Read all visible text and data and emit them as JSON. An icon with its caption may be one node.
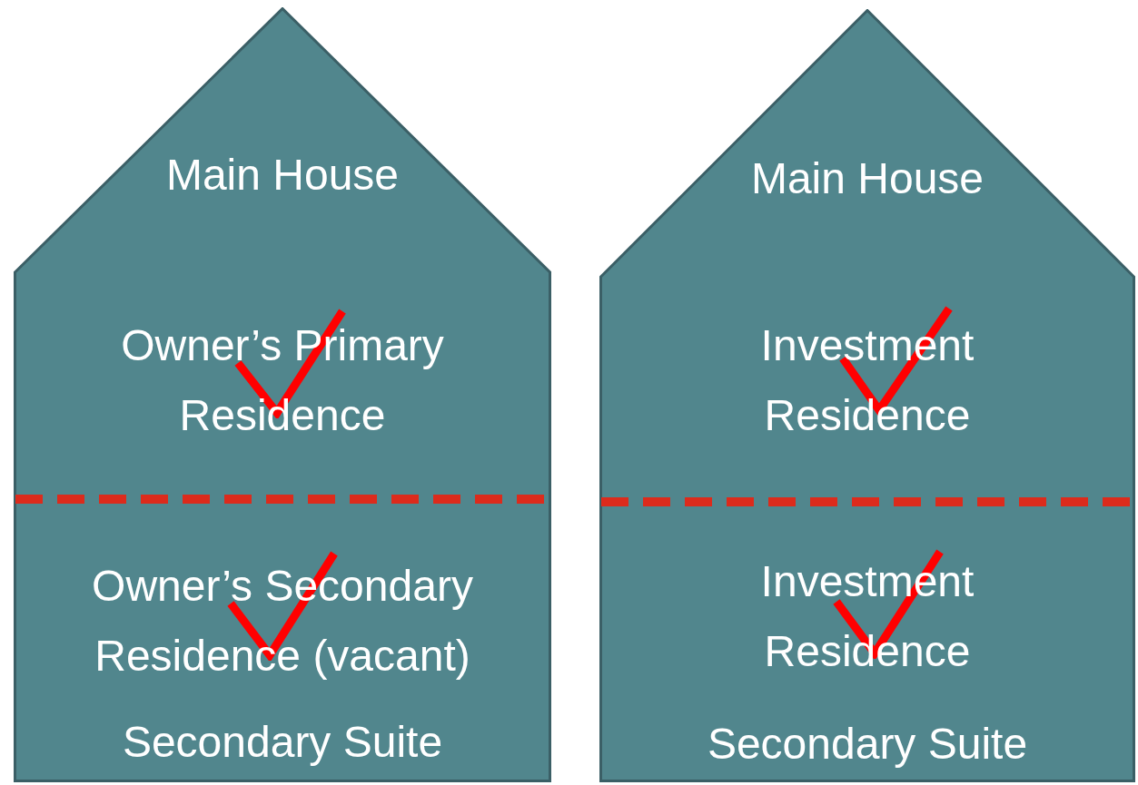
{
  "diagram": {
    "nodes": [
      {
        "text": [
          "Main House",
          "Owner’s Primary Residence",
          "Owner’s Secondary Residence (vacant)",
          "Secondary Suite"
        ]
      },
      {
        "text": [
          "Main House",
          "Investment Residence",
          "Investment Residence",
          "Secondary Suite"
        ]
      }
    ]
  }
}
